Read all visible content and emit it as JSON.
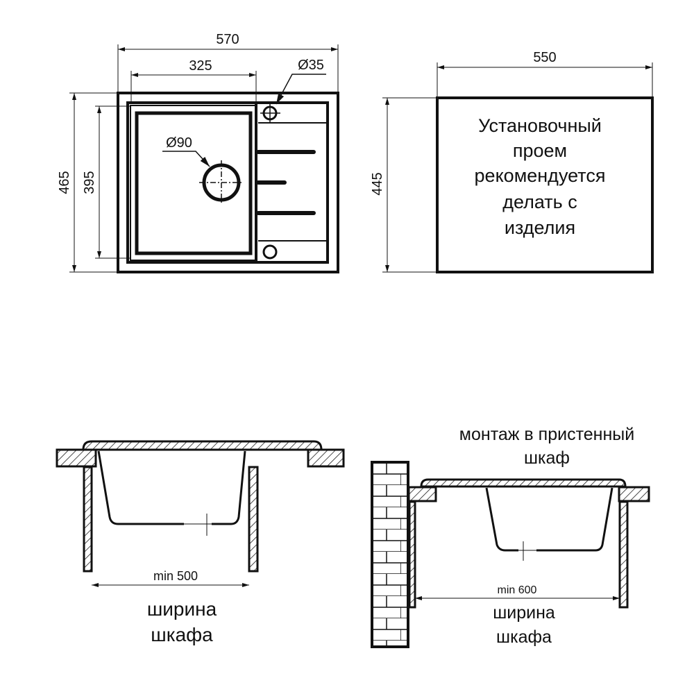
{
  "top_view": {
    "dim_width_total": "570",
    "dim_bowl_width": "325",
    "dim_tap_hole": "Ø35",
    "dim_drain": "Ø90",
    "dim_height_total": "465",
    "dim_bowl_height": "395"
  },
  "cutout": {
    "dim_width": "550",
    "dim_height": "445",
    "note_lines": [
      "Установочный",
      "проем",
      "рекомендуется",
      "делать с",
      "изделия"
    ]
  },
  "section_standard": {
    "dim_label": "min 500",
    "caption_lines": [
      "ширина",
      "шкафа"
    ]
  },
  "section_wall": {
    "title_lines": [
      "монтаж в пристенный",
      "шкаф"
    ],
    "dim_label": "min 600",
    "caption_lines": [
      "ширина",
      "шкафа"
    ]
  }
}
